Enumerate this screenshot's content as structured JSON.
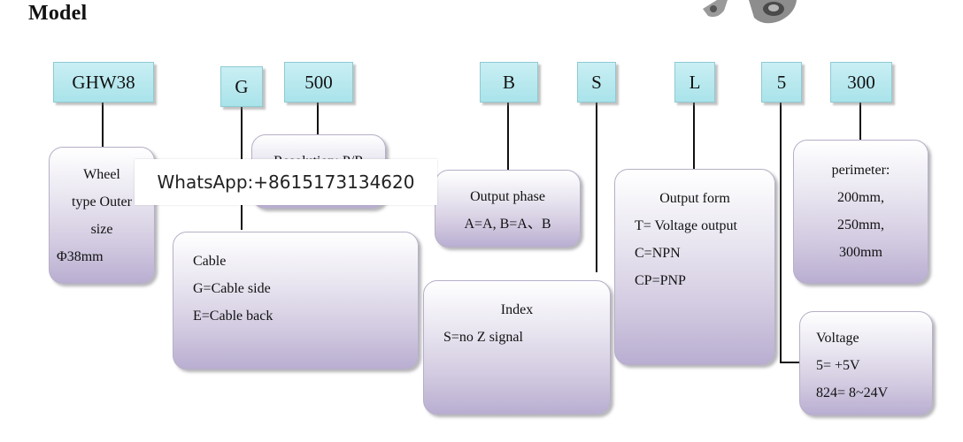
{
  "title": "Model",
  "codes": {
    "series": "GHW38",
    "cable": "G",
    "resolution": "500",
    "phase": "B",
    "index": "S",
    "output": "L",
    "voltage": "5",
    "perimeter": "300"
  },
  "boxes": {
    "wheel": [
      "Wheel",
      "type Outer",
      "size",
      "Φ38mm"
    ],
    "resolution_partial": "Resolution: P/R",
    "cable": [
      "Cable",
      "G=Cable side",
      "E=Cable back"
    ],
    "phase": [
      "Output phase",
      "A=A, B=A、B"
    ],
    "index": [
      "Index",
      "S=no Z signal"
    ],
    "output": [
      "Output form",
      "T= Voltage output",
      "C=NPN",
      "CP=PNP"
    ],
    "perimeter": [
      "perimeter:",
      "200mm,",
      "250mm,",
      "300mm"
    ],
    "voltage": [
      "Voltage",
      "5= +5V",
      "824= 8~24V"
    ]
  },
  "watermark": "WhatsApp:+8615173134620"
}
